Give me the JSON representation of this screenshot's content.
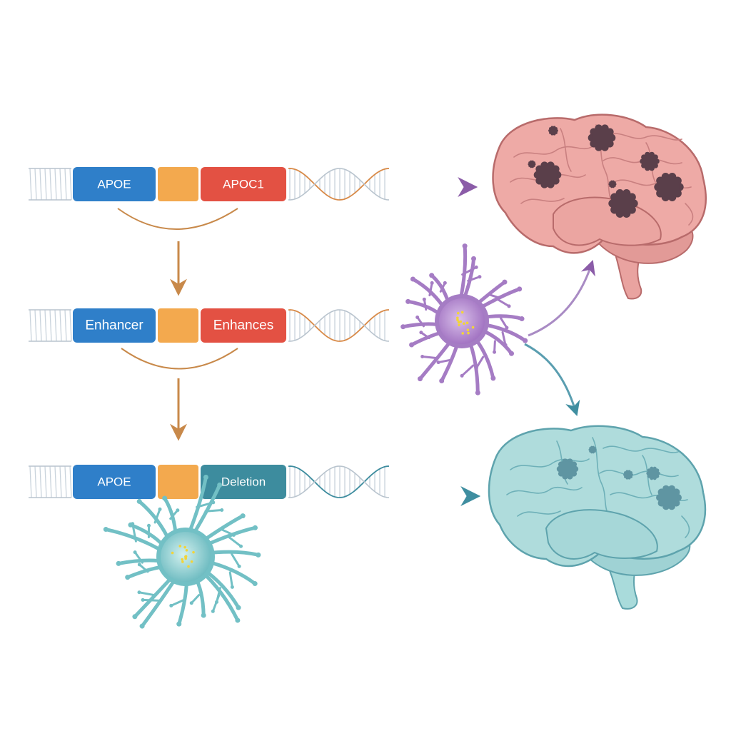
{
  "rows": [
    {
      "id": "row1",
      "segments": {
        "left": "APOE",
        "right": "APOC1"
      },
      "colors": {
        "left": "#2f7fc9",
        "middle": "#f3a94e",
        "right": "#e35143",
        "helix": "#d88a48"
      }
    },
    {
      "id": "row2",
      "segments": {
        "left": "Enhancer",
        "right": "Enhances"
      },
      "colors": {
        "left": "#2f7fc9",
        "middle": "#f3a94e",
        "right": "#e35143",
        "helix": "#d88a48"
      }
    },
    {
      "id": "row3",
      "segments": {
        "left": "APOE",
        "right": "Deletion"
      },
      "colors": {
        "left": "#2f7fc9",
        "middle": "#f3a94e",
        "right": "#3d8c9e",
        "helix": "#3d8c9e"
      }
    }
  ],
  "colors": {
    "down_arrow": "#c8894a",
    "purple_arrow": "#8b5ca8",
    "teal_arrow": "#3f8ea0",
    "diseased_brain": "#e9a3a0",
    "diseased_brain_stroke": "#b86b6b",
    "plaque": "#5a3f4a",
    "healthy_brain": "#a9dbdb",
    "healthy_brain_stroke": "#5ea3ad",
    "microglia_purple": "#a57cc4",
    "microglia_teal": "#72c0c5",
    "cell_dots": "#f2d43a"
  },
  "icons": [
    "dna-helix-icon",
    "microglia-cell-icon",
    "brain-icon",
    "plaque-icon"
  ]
}
